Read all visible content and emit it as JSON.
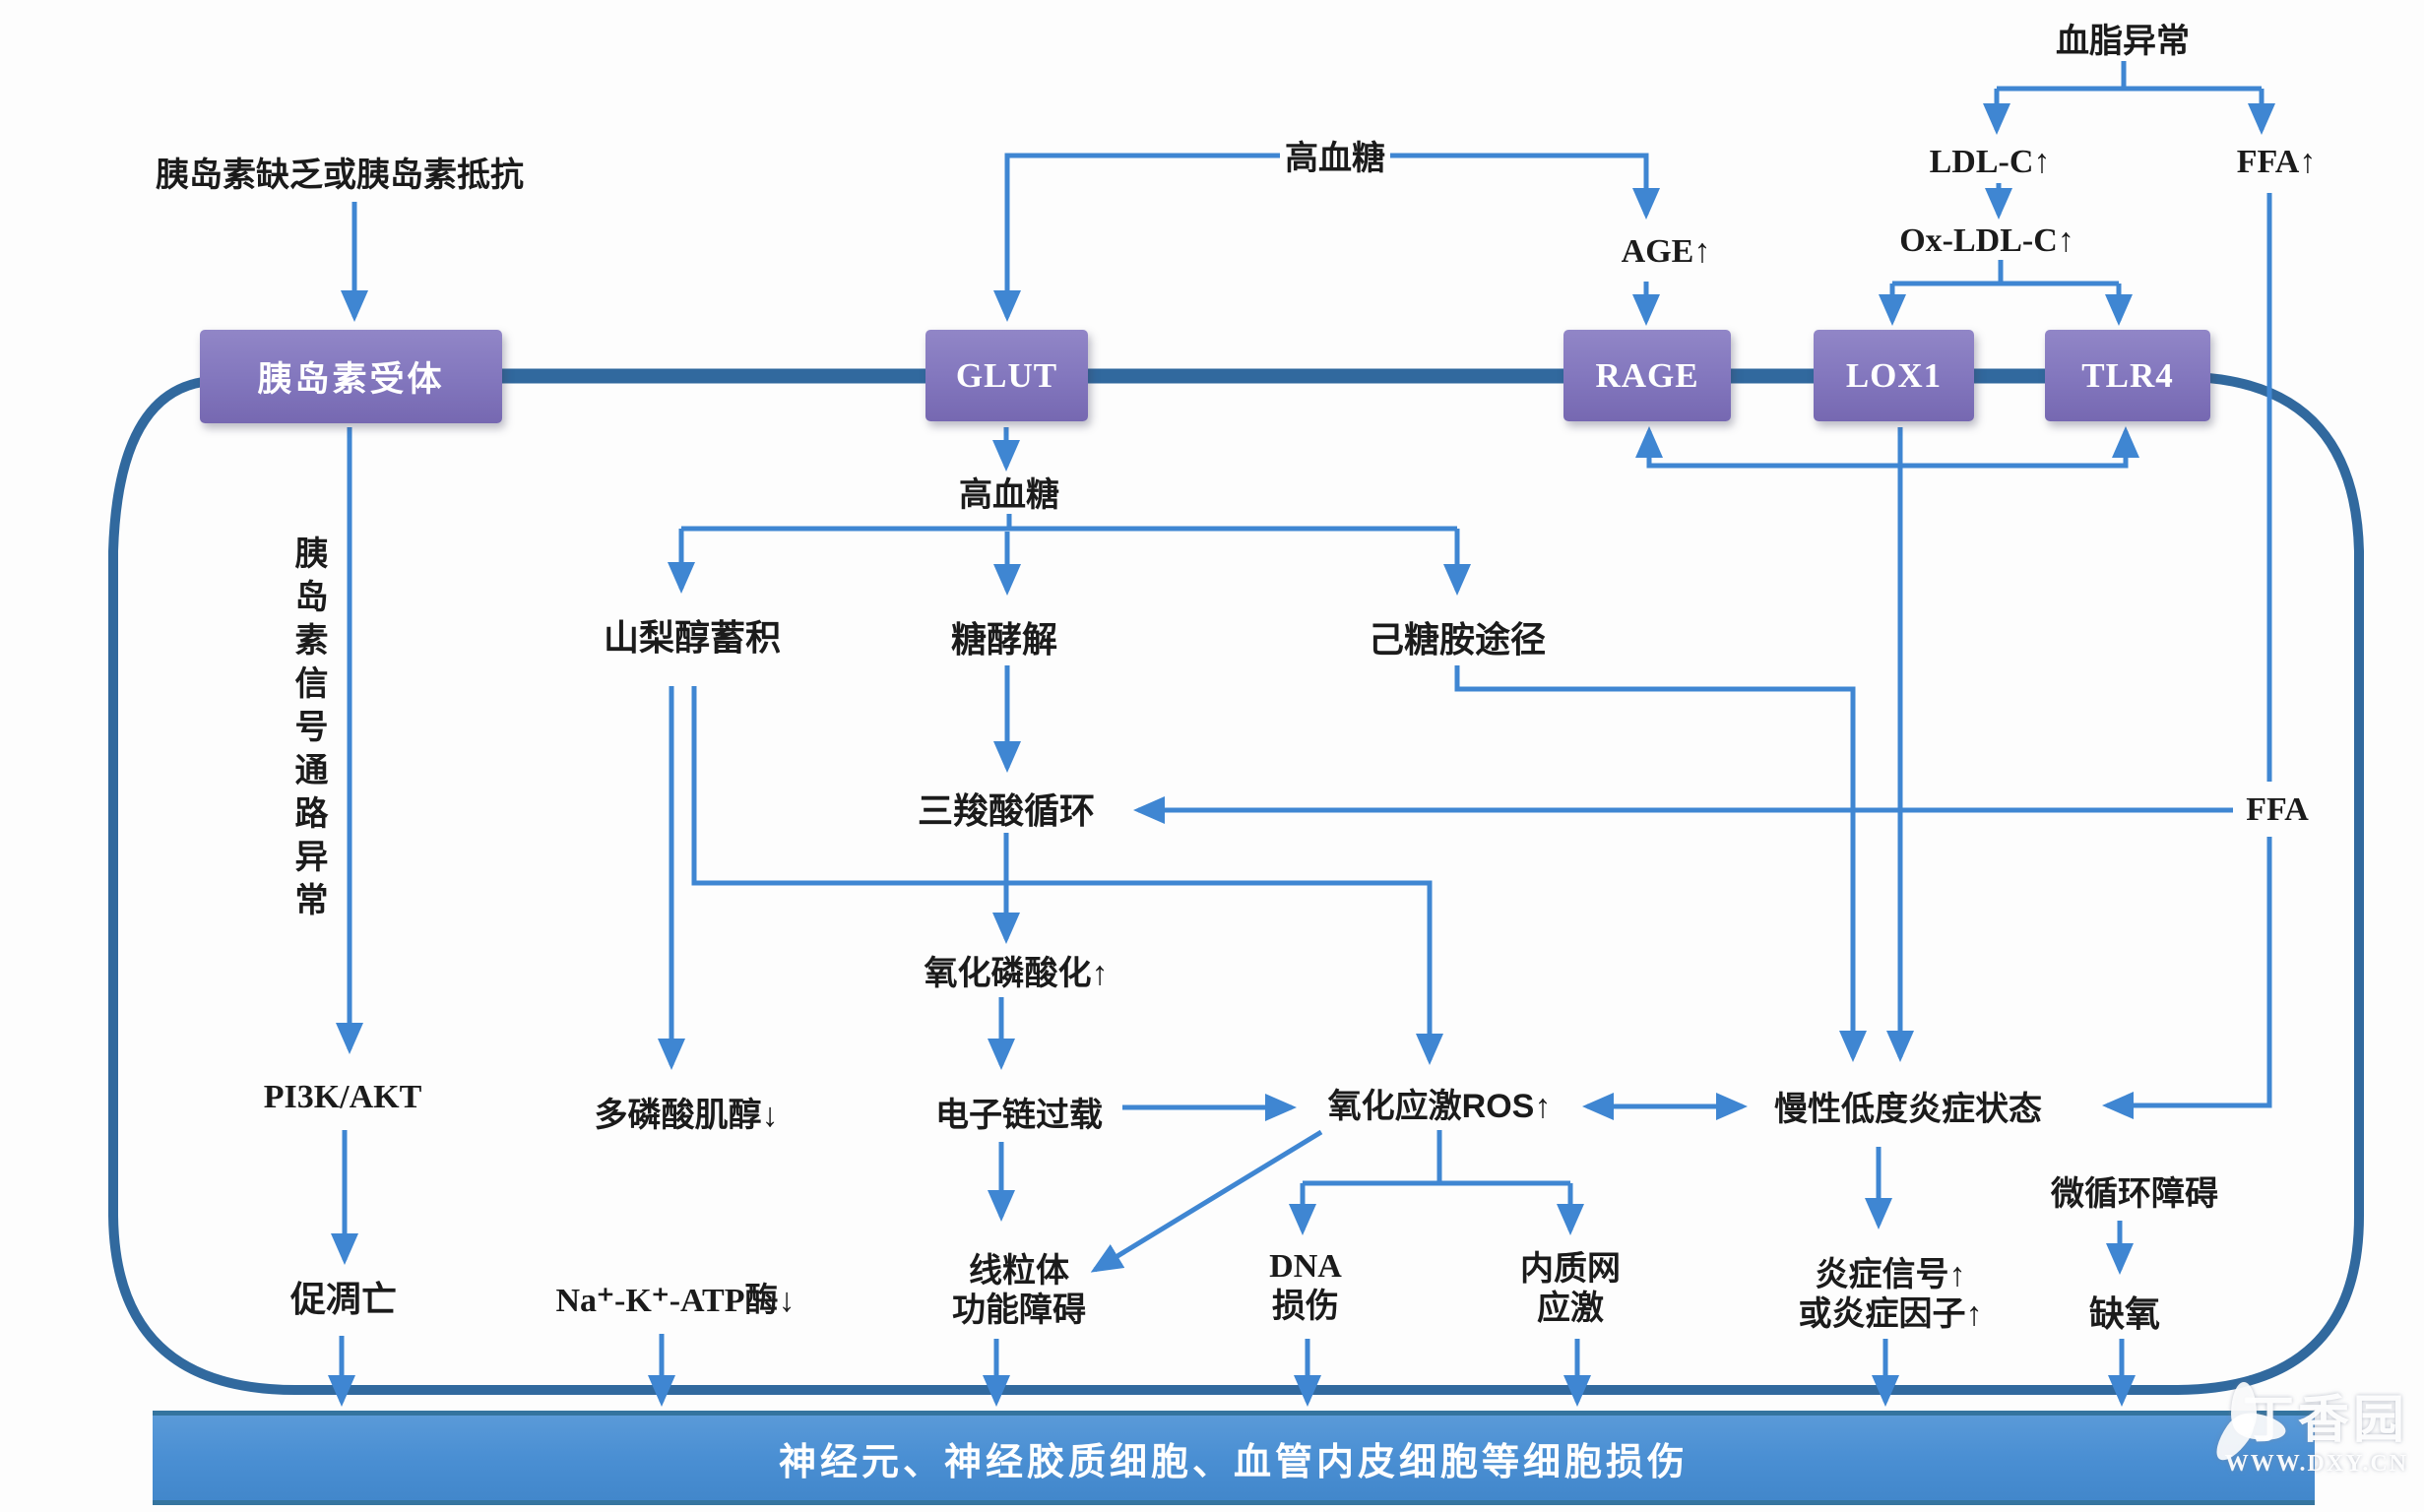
{
  "colors": {
    "arrow_blue": "#3f86d2",
    "membrane_blue": "#31699e",
    "box_purple": "#8276bd",
    "bar_blue": "#4a8fd3",
    "text_black": "#1b1b1b",
    "text_white": "#ffffff"
  },
  "extracellular": {
    "insulin_cause": "胰岛素缺乏或胰岛素抵抗",
    "hyperglycemia": "高血糖",
    "age": "AGE↑",
    "dyslipidemia": "血脂异常",
    "ldl_c": "LDL-C↑",
    "ffa": "FFA↑",
    "ox_ldl_c": "Ox-LDL-C↑"
  },
  "receptors": {
    "insulin_receptor": "胰岛素受体",
    "glut": "GLUT",
    "rage": "RAGE",
    "lox1": "LOX1",
    "tlr4": "TLR4"
  },
  "intracellular": {
    "insulin_pathway": "胰岛素信号通路异常",
    "pi3k_akt": "PI3K/AKT",
    "apoptosis": "促凋亡",
    "hyperglycemia": "高血糖",
    "sorbitol": "山梨醇蓄积",
    "glycolysis": "糖酵解",
    "hexosamine": "己糖胺途径",
    "tca_cycle": "三羧酸循环",
    "ffa": "FFA",
    "oxidative_phosphorylation": "氧化磷酸化↑",
    "polyphosphoinositide": "多磷酸肌醇↓",
    "electron_chain_overload": "电子链过载",
    "oxidative_stress_ros": "氧化应激ROS↑",
    "chronic_inflammation": "慢性低度炎症状态",
    "na_k_atpase": "Na⁺-K⁺-ATP酶↓",
    "mitochondrial_dysfunction": {
      "line1": "线粒体",
      "line2": "功能障碍"
    },
    "dna_damage": {
      "line1": "DNA",
      "line2": "损伤"
    },
    "er_stress": {
      "line1": "内质网",
      "line2": "应激"
    },
    "inflammatory_signal": {
      "line1": "炎症信号↑",
      "line2": "或炎症因子↑"
    },
    "microcirculation_disorder": "微循环障碍",
    "hypoxia": "缺氧"
  },
  "outcome_bar": {
    "label": "神经元、神经胶质细胞、血管内皮细胞等细胞损伤"
  },
  "watermark": {
    "brand": "丁香园",
    "url": "WWW.DXY.CN"
  }
}
